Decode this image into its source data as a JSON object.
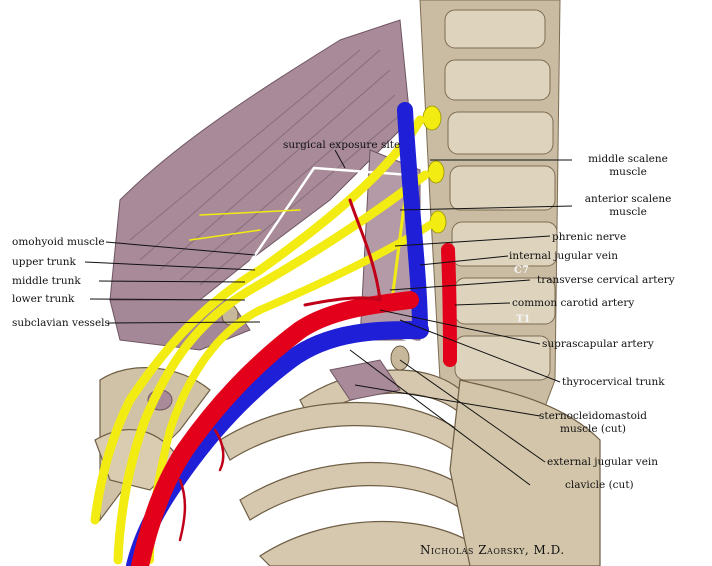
{
  "figure": {
    "credit": "Nicholas Zaorsky, M.D.",
    "colors": {
      "artery": "#e3001b",
      "vein": "#1f1fd8",
      "nerve": "#f2ec12",
      "bone": "#d8cdb6",
      "muscle": "#9c7d8a",
      "leader": "#111111"
    }
  },
  "labels": {
    "surgical_exposure_site": "surgical exposure site",
    "middle_scalene_1": "middle scalene",
    "middle_scalene_2": "muscle",
    "anterior_scalene_1": "anterior scalene",
    "anterior_scalene_2": "muscle",
    "phrenic_nerve": "phrenic nerve",
    "internal_jugular_vein": "internal jugular vein",
    "transverse_cervical_artery": "transverse cervical artery",
    "common_carotid_artery": "common carotid artery",
    "suprascapular_artery": "suprascapular artery",
    "thyrocervical_trunk": "thyrocervical trunk",
    "scm_1": "sternocleidomastoid",
    "scm_2": "muscle (cut)",
    "external_jugular_vein": "external jugular vein",
    "clavicle": "clavicle (cut)",
    "omohyoid_muscle": "omohyoid muscle",
    "upper_trunk": "upper trunk",
    "middle_trunk": "middle trunk",
    "lower_trunk": "lower trunk",
    "subclavian_vessels": "subclavian vessels",
    "c7": "C7",
    "t1": "T1"
  }
}
